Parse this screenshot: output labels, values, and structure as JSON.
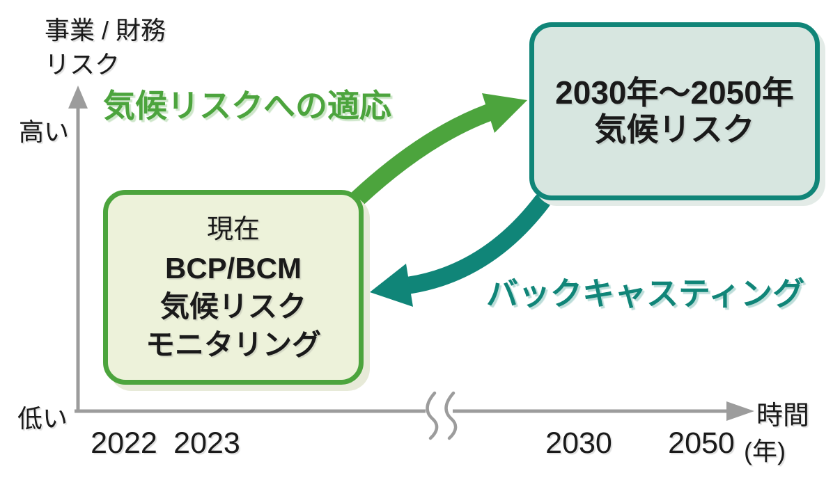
{
  "axes": {
    "y_title_line1": "事業 / 財務",
    "y_title_line2": "リスク",
    "y_high_label": "高い",
    "y_low_label": "低い",
    "x_title": "時間",
    "x_unit_label": "(年)",
    "x_ticks": [
      "2022",
      "2023",
      "2030",
      "2050"
    ]
  },
  "boxes": {
    "current": {
      "title": "現在",
      "line1": "BCP/BCM",
      "line2": "気候リスク",
      "line3": "モニタリング"
    },
    "future": {
      "line1": "2030年～2050年",
      "line2": "気候リスク"
    }
  },
  "arrows": {
    "adaptation_label": "気候リスクへの適応",
    "backcasting_label": "バックキャスティング"
  },
  "colors": {
    "green": "#4ca43d",
    "green_box_fill": "#edf2da",
    "teal": "#108578",
    "teal_box_fill": "#d7e6e0",
    "axis_gray": "#9c9c9c",
    "text_black": "#1a1a1a"
  }
}
